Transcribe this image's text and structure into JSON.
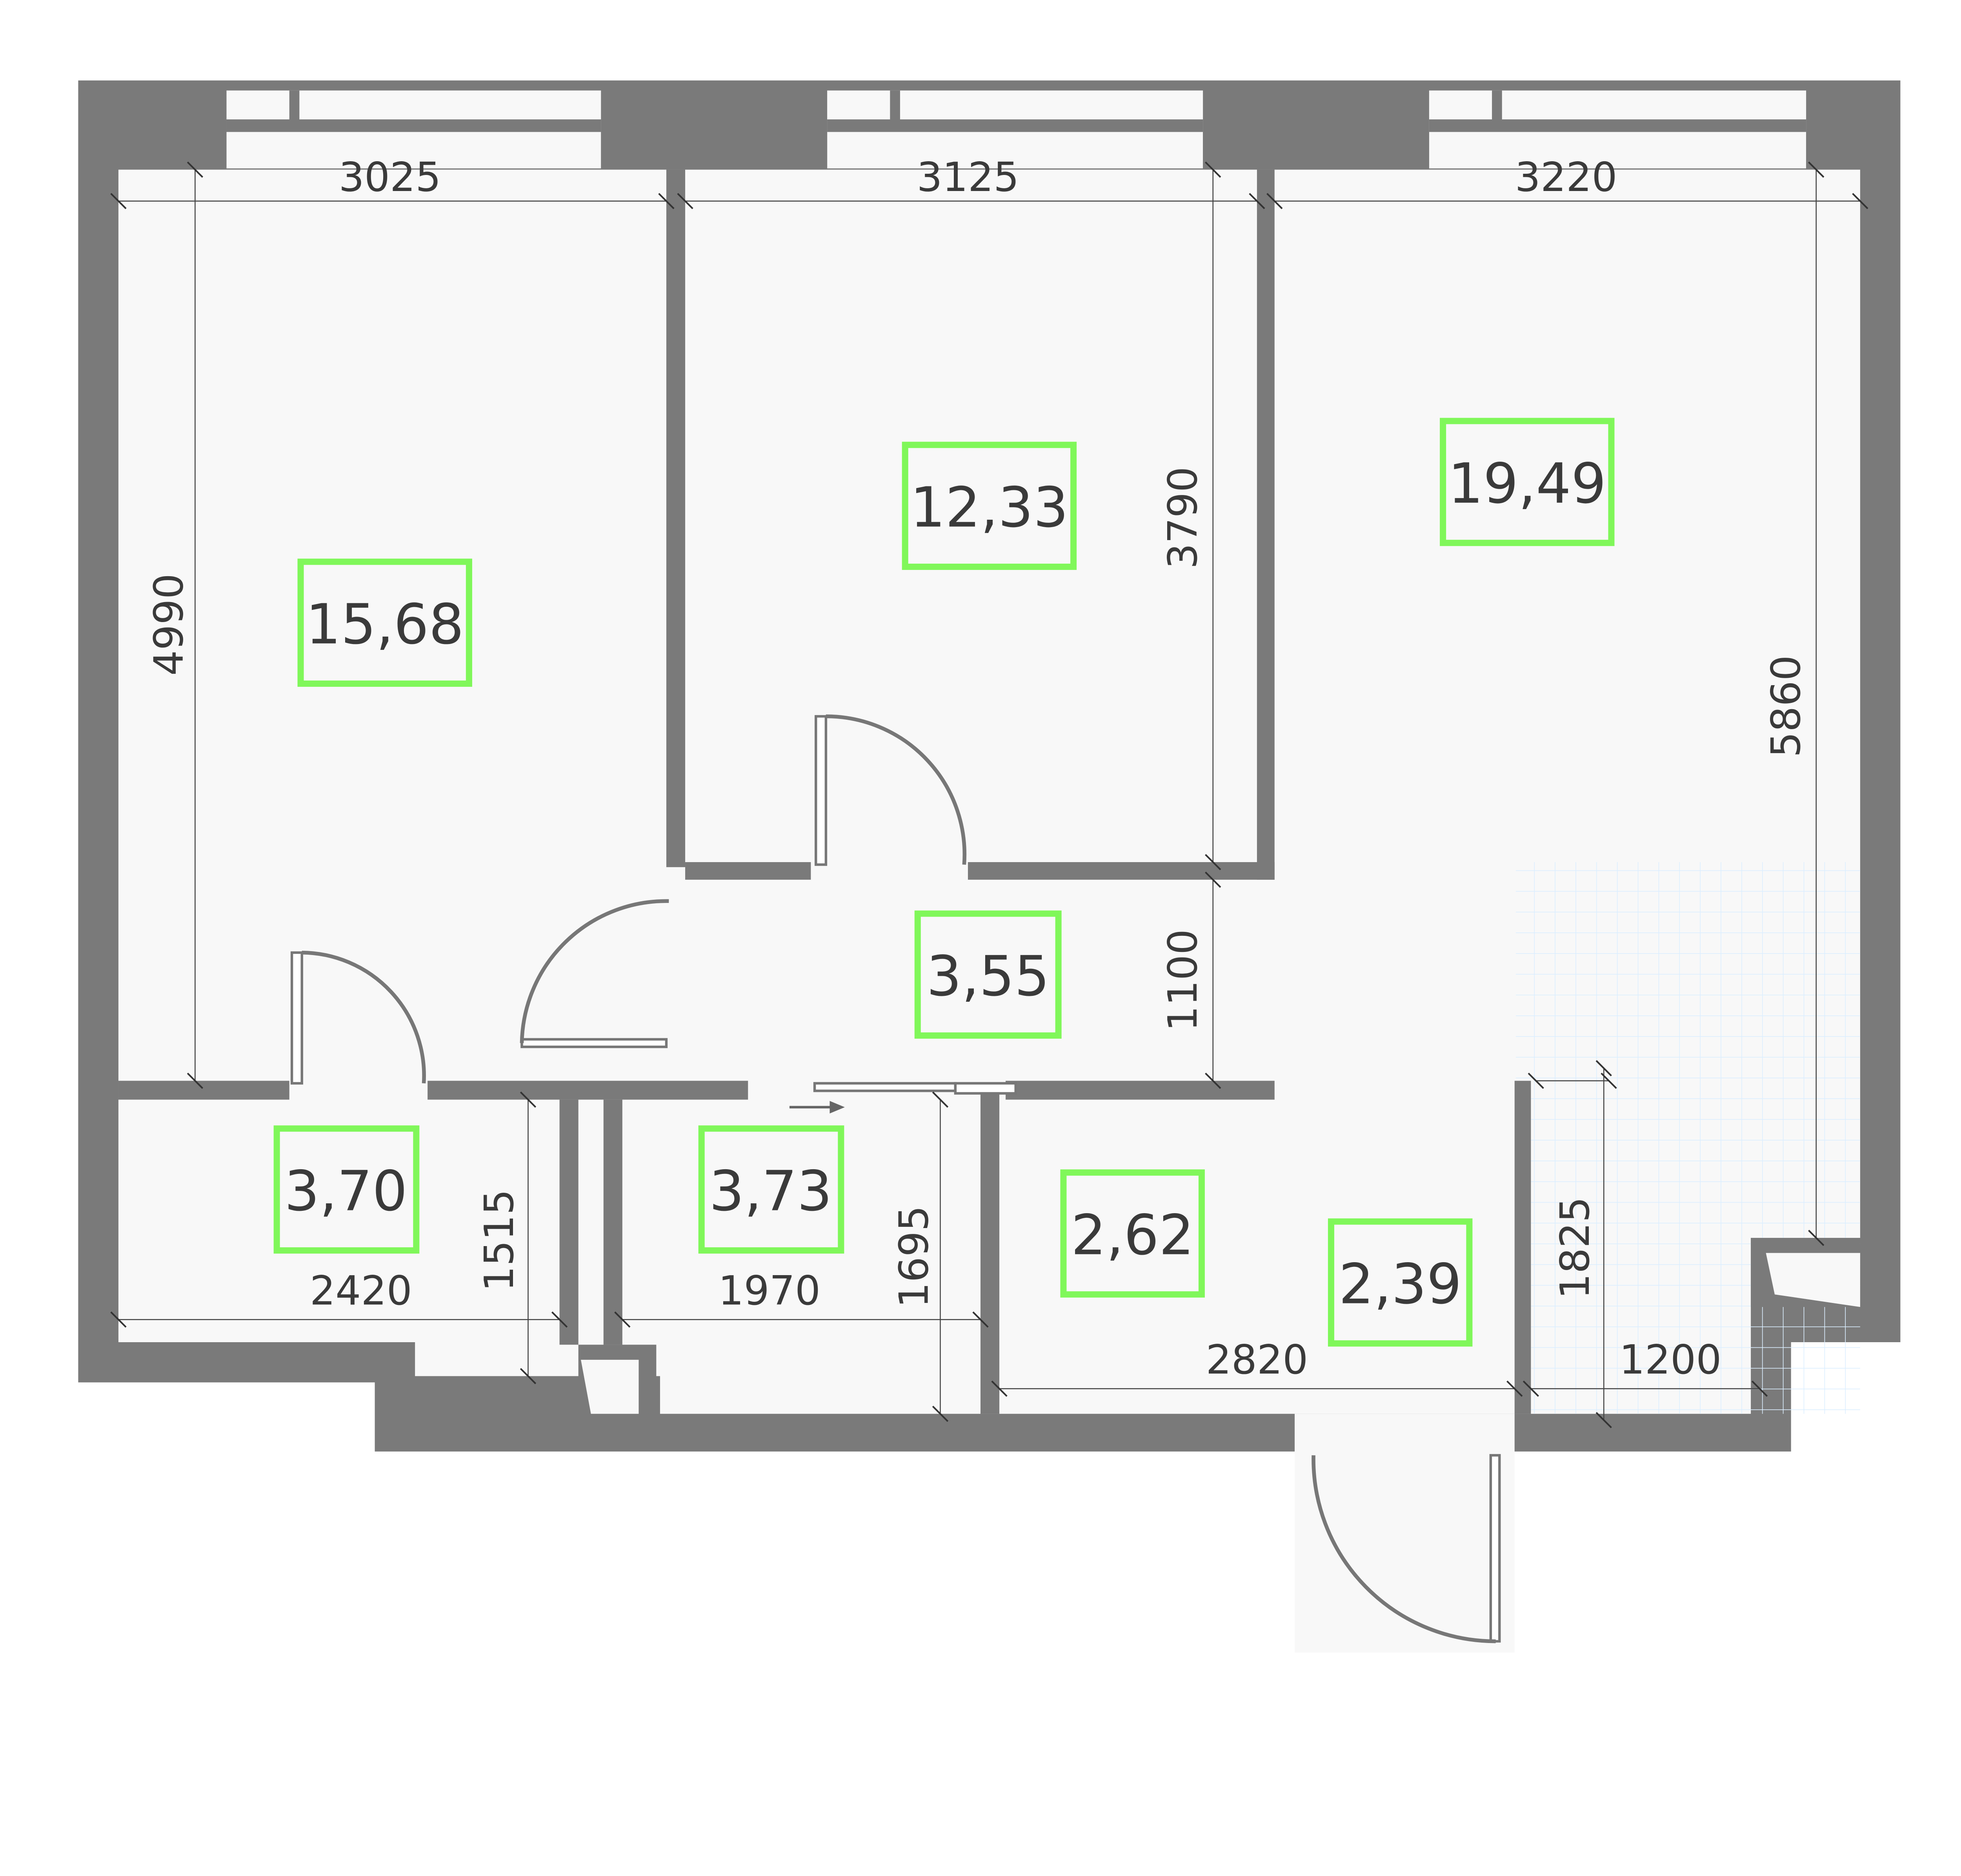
{
  "floor_plan": {
    "rooms": [
      {
        "id": "bedroom-1",
        "area": "15,68"
      },
      {
        "id": "bedroom-2",
        "area": "12,33"
      },
      {
        "id": "living-kitchen",
        "area": "19,49"
      },
      {
        "id": "hall",
        "area": "3,55"
      },
      {
        "id": "bathroom-1",
        "area": "3,70"
      },
      {
        "id": "bathroom-2",
        "area": "3,73"
      },
      {
        "id": "corridor",
        "area": "2,62"
      },
      {
        "id": "entrance",
        "area": "2,39"
      }
    ],
    "dimensions": {
      "top_left": "3025",
      "top_middle": "3125",
      "top_right": "3220",
      "left_height": "4990",
      "middle_height": "3790",
      "right_height": "5860",
      "hall_height": "1100",
      "bath1_width": "2420",
      "bath1_height": "1515",
      "bath2_width": "1970",
      "bath2_height": "1695",
      "corridor_width": "2820",
      "niche_height": "1825",
      "niche_width": "1200"
    },
    "colors": {
      "wall": "#7a7a7a",
      "floor": "#f8f8f8",
      "area_box": "#80f75a",
      "kitchen_grid": "#dbeeff"
    }
  }
}
